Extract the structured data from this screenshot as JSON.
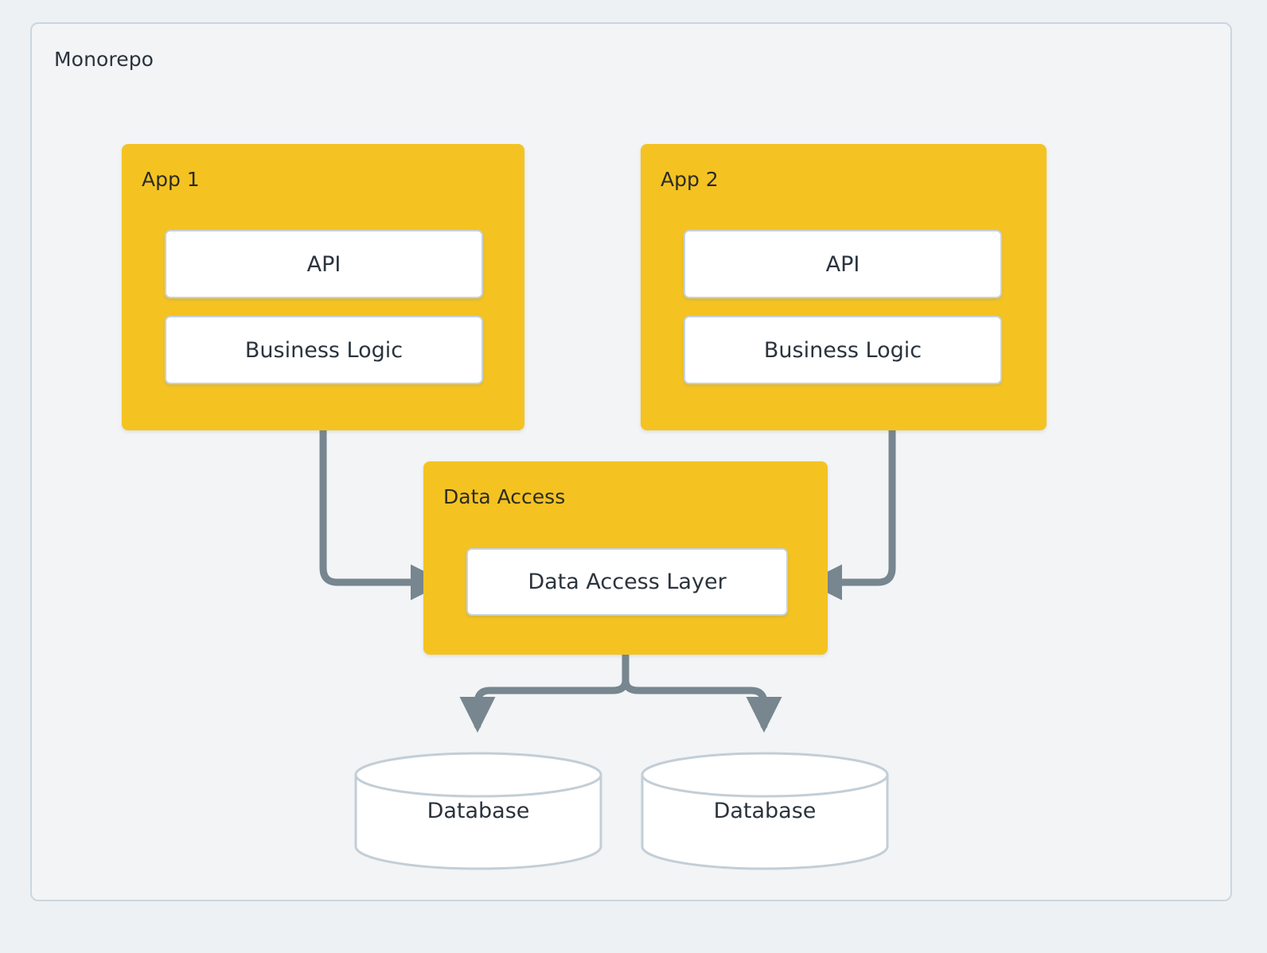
{
  "diagram": {
    "title": "Monorepo",
    "background_color": "#eef1f4",
    "container_fill": "#f2f4f6",
    "container_border": "#ccd6de",
    "group_color": "#f4c322",
    "node_fill": "#ffffff",
    "node_border": "#c7d2da",
    "connector_color": "#77868f",
    "text_color": "#2b333d"
  },
  "groups": {
    "app1": {
      "title": "App 1",
      "nodes": [
        {
          "label": "API"
        },
        {
          "label": "Business Logic"
        }
      ]
    },
    "app2": {
      "title": "App 2",
      "nodes": [
        {
          "label": "API"
        },
        {
          "label": "Business Logic"
        }
      ]
    },
    "data_access": {
      "title": "Data Access",
      "nodes": [
        {
          "label": "Data Access Layer"
        }
      ]
    }
  },
  "databases": [
    {
      "label": "Database"
    },
    {
      "label": "Database"
    }
  ],
  "connections": [
    {
      "from": "App 1 / Business Logic",
      "to": "Data Access Layer",
      "direction": "right"
    },
    {
      "from": "App 2 / Business Logic",
      "to": "Data Access Layer",
      "direction": "left"
    },
    {
      "from": "Data Access Layer",
      "to": "Database",
      "direction": "down"
    },
    {
      "from": "Data Access Layer",
      "to": "Database",
      "direction": "down"
    }
  ]
}
